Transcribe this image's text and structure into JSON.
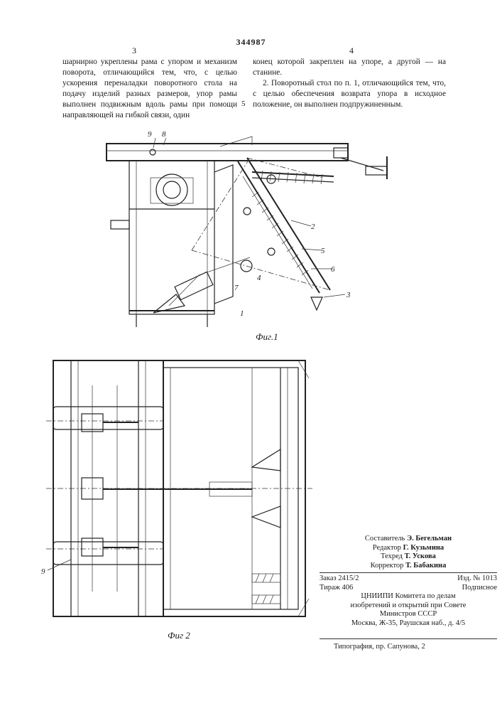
{
  "header": {
    "patent_number": "344987",
    "left_column_number": "3",
    "right_column_number": "4",
    "line_marker": "5"
  },
  "left_column": {
    "text": "шарнирно укреплены рама с упором и механизм поворота, отличающийся тем, что, с целью ускорения переналадки поворотного стола на подачу изделий разных размеров, упор рамы выполнен подвижным вдоль рамы при помощи направляющей на гибкой связи, один"
  },
  "right_column": {
    "continuation": "конец которой закреплен на упоре, а другой — на станине.",
    "claim2": "2. Поворотный стол по п. 1, отличающийся тем, что, с целью обеспечения возврата упора в исходное положение, он выполнен подпружиненным."
  },
  "figures": {
    "fig1_label": "Фиг.1",
    "fig2_label": "Фиг 2",
    "fig1_callouts": [
      "9",
      "8",
      "2",
      "5",
      "6",
      "3",
      "4",
      "7",
      "1"
    ],
    "fig2_callouts": [
      "9"
    ]
  },
  "imprint": {
    "compiler_label": "Составитель",
    "compiler": "Э. Бегельман",
    "editor_label": "Редактор",
    "editor": "Г. Кузьмина",
    "techeditor_label": "Техред",
    "techeditor": "Т. Ускова",
    "corrector_label": "Корректор",
    "corrector": "Т. Бабакина",
    "order": "Заказ 2415/2",
    "edition": "Изд. № 1013",
    "circulation": "Тираж 406",
    "subscription": "Подписное",
    "org_line1": "ЦНИИПИ Комитета по делам",
    "org_line2": "изобретений и открытий при Совете",
    "org_line3": "Министров СССР",
    "address": "Москва, Ж-35, Раушская наб., д. 4/5",
    "printer": "Типография, пр. Сапунова, 2"
  }
}
